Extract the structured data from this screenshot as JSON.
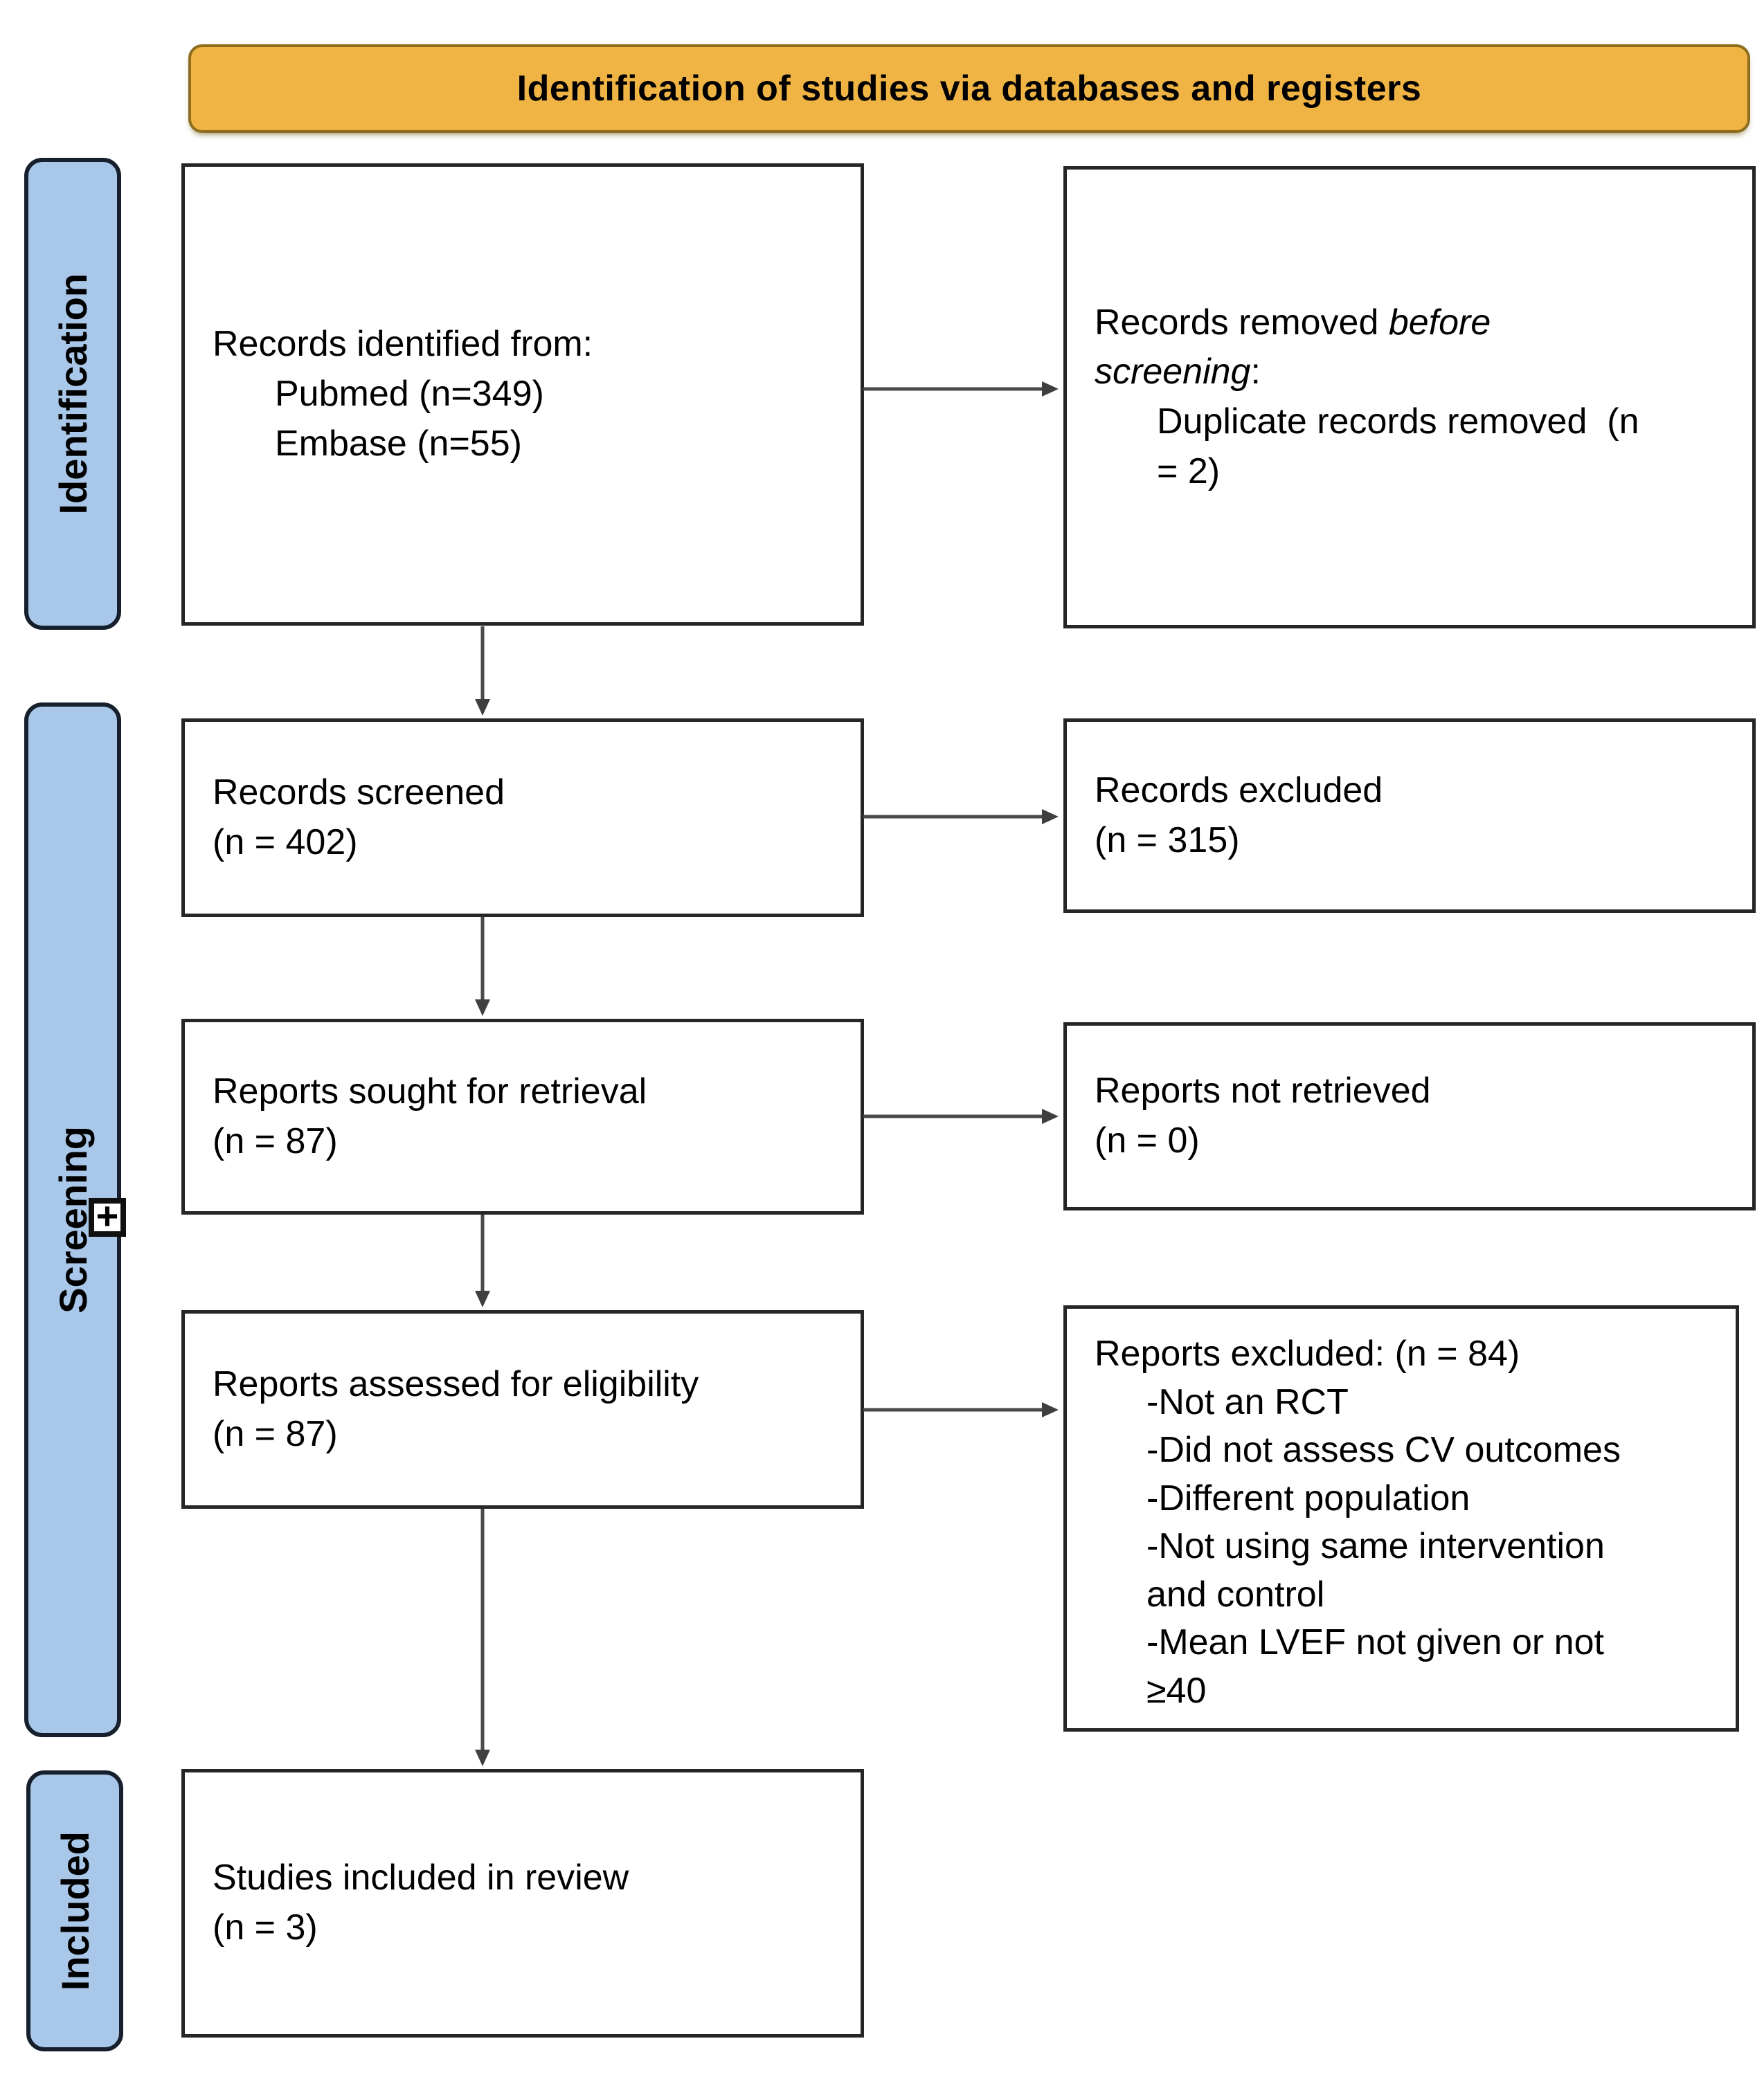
{
  "banner": {
    "title": "Identification of studies via databases and registers"
  },
  "stages": {
    "identification": "Identification",
    "screening": "Screening",
    "included": "Included"
  },
  "expand_icon": {
    "glyph": "+"
  },
  "boxes": {
    "records_identified": {
      "line1": "Records identified from:",
      "line2": "Pubmed (n=349)",
      "line3": "Embase (n=55)"
    },
    "records_removed": {
      "line1_regular": "Records removed ",
      "line1_italic": "before",
      "line2_italic": "screening",
      "line2_regular": ":",
      "line3": "Duplicate records removed  (n",
      "line4": "= 2)"
    },
    "records_screened": {
      "line1": "Records screened",
      "line2": "(n = 402)"
    },
    "records_excluded": {
      "line1": "Records excluded",
      "line2": "(n = 315)"
    },
    "reports_sought": {
      "line1": "Reports sought for retrieval",
      "line2": "(n = 87)"
    },
    "reports_not_retrieved": {
      "line1": "Reports not retrieved",
      "line2": "(n = 0)"
    },
    "reports_assessed": {
      "line1": "Reports assessed for eligibility",
      "line2": "(n = 87)"
    },
    "reports_excluded": {
      "title": "Reports excluded: (n = 84)",
      "items": [
        "-Not an RCT",
        "-Did not assess CV outcomes",
        "-Different population",
        "-Not using same intervention",
        "and control",
        "-Mean LVEF not given or not",
        "≥40"
      ]
    },
    "studies_included": {
      "line1": "Studies included in review",
      "line2": "(n = 3)"
    }
  },
  "colors": {
    "banner_bg": "#F0B445",
    "banner_border": "#8D6E1E",
    "stage_bg": "#A9C7E9",
    "stage_border": "#16202C",
    "box_border": "#262626",
    "arrow": "#4A4A4A"
  }
}
